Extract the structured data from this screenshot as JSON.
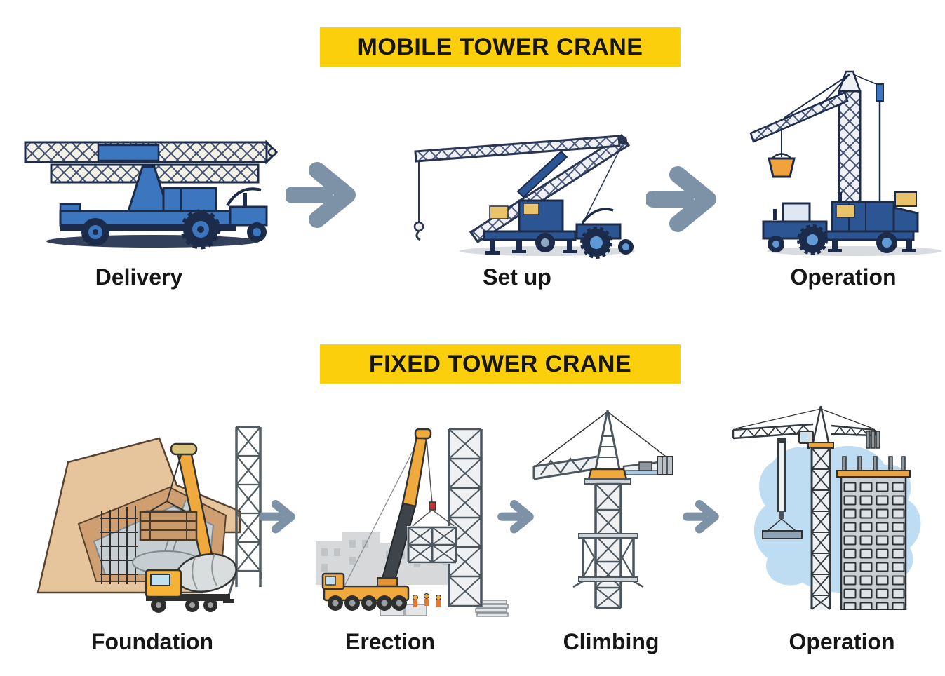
{
  "title": "Tower crane installation process infographic",
  "colors": {
    "background": "#ffffff",
    "banner_bg": "#fccf0c",
    "banner_text": "#161616",
    "label_text": "#161616",
    "arrow": "#7d92a6",
    "mobile_outline_navy": "#1d2b4a",
    "mobile_blue": "#3b76bf",
    "mobile_dark_blue": "#2b5693",
    "boom_cream": "#f3f0e6",
    "fixed_lattice_gray": "#4b565e",
    "machine_yellow": "#f0a93c",
    "earth_tan": "#e6c49c",
    "pit_brown": "#cf9f72",
    "concrete_gray": "#c6ced1",
    "sky_blue": "#bedcf2"
  },
  "icons": {
    "arrow": "arrow-right-icon"
  },
  "sections": [
    {
      "banner": "MOBILE TOWER CRANE",
      "stages": [
        {
          "label": "Delivery",
          "illustration": "folded-crane-on-truck"
        },
        {
          "label": "Set up",
          "illustration": "crane-boom-unfolding-on-trailer"
        },
        {
          "label": "Operation",
          "illustration": "erected-mobile-tower-crane"
        }
      ]
    },
    {
      "banner": "FIXED TOWER CRANE",
      "stages": [
        {
          "label": "Foundation",
          "illustration": "excavation-rebar-concrete-pour"
        },
        {
          "label": "Erection",
          "illustration": "mobile-crane-assembling-mast"
        },
        {
          "label": "Climbing",
          "illustration": "tower-crane-climbing-frame"
        },
        {
          "label": "Operation",
          "illustration": "tower-crane-at-building"
        }
      ]
    }
  ]
}
